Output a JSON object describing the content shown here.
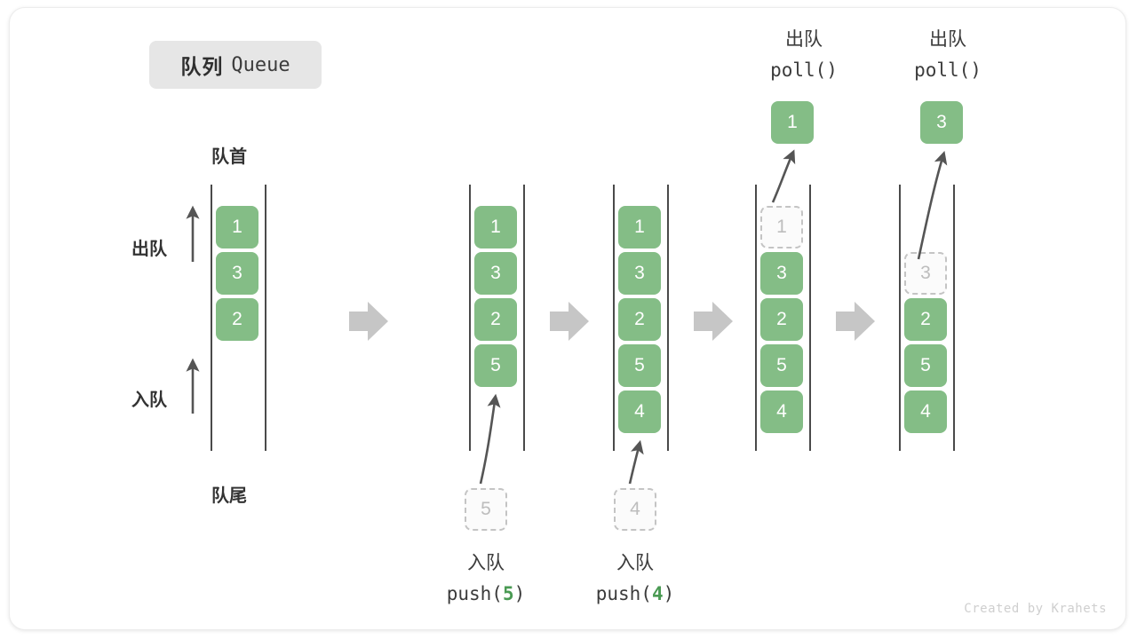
{
  "title": {
    "cn": "队列",
    "en": "Queue"
  },
  "labels": {
    "front": "队首",
    "rear": "队尾",
    "dequeue_arrow": "出队",
    "enqueue_arrow": "入队"
  },
  "operations": {
    "push5": {
      "cn": "入队",
      "fn_prefix": "push(",
      "arg": "5",
      "fn_suffix": ")"
    },
    "push4": {
      "cn": "入队",
      "fn_prefix": "push(",
      "arg": "4",
      "fn_suffix": ")"
    },
    "poll1": {
      "cn": "出队",
      "fn": "poll()"
    },
    "poll2": {
      "cn": "出队",
      "fn": "poll()"
    }
  },
  "stages": [
    {
      "name": "initial-queue",
      "elements": [
        "1",
        "3",
        "2"
      ]
    },
    {
      "name": "after-push-5",
      "elements": [
        "1",
        "3",
        "2",
        "5"
      ],
      "incoming": "5"
    },
    {
      "name": "after-push-4",
      "elements": [
        "1",
        "3",
        "2",
        "5",
        "4"
      ],
      "incoming": "4"
    },
    {
      "name": "poll-removes-1",
      "removed": "1",
      "elements": [
        "3",
        "2",
        "5",
        "4"
      ],
      "popped": "1"
    },
    {
      "name": "poll-removes-3",
      "removed": "3",
      "elements": [
        "2",
        "5",
        "4"
      ],
      "popped": "3"
    }
  ],
  "colors": {
    "element_green": "#84bd86",
    "ghost_gray": "#c4c4c4",
    "rail": "#4a4a4a",
    "flow_arrow": "#c6c6c6",
    "badge_bg": "#e6e6e6",
    "accent_num": "#4a9a53"
  },
  "watermark": "Created by Krahets"
}
